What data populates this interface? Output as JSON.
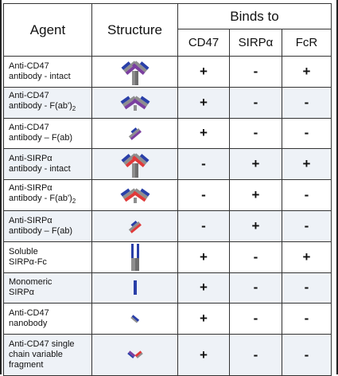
{
  "header": {
    "agent": "Agent",
    "structure": "Structure",
    "binds_to": "Binds to",
    "cols": [
      "CD47",
      "SIRPα",
      "FcR"
    ]
  },
  "rows": [
    {
      "line1": "Anti-CD47",
      "line2": "antibody - intact",
      "icon": "antibody-intact-purple-icon",
      "cd47": "+",
      "sirpa": "-",
      "fcr": "+"
    },
    {
      "line1": "Anti-CD47",
      "line2": "antibody - F(ab')",
      "line2_sub": "2",
      "icon": "fab2-purple-icon",
      "cd47": "+",
      "sirpa": "-",
      "fcr": "-"
    },
    {
      "line1": "Anti-CD47",
      "line2": "antibody – F(ab)",
      "icon": "fab-purple-icon",
      "cd47": "+",
      "sirpa": "-",
      "fcr": "-"
    },
    {
      "line1": "Anti-SIRPα",
      "line2": "antibody - intact",
      "icon": "antibody-intact-red-icon",
      "cd47": "-",
      "sirpa": "+",
      "fcr": "+"
    },
    {
      "line1": "Anti-SIRPα",
      "line2": "antibody - F(ab')",
      "line2_sub": "2",
      "icon": "fab2-red-icon",
      "cd47": "-",
      "sirpa": "+",
      "fcr": "-"
    },
    {
      "line1": "Anti-SIRPα",
      "line2": "antibody – F(ab)",
      "icon": "fab-red-icon",
      "cd47": "-",
      "sirpa": "+",
      "fcr": "-"
    },
    {
      "line1": "Soluble",
      "line2": "SIRPα-Fc",
      "icon": "sirpa-fc-icon",
      "cd47": "+",
      "sirpa": "-",
      "fcr": "+"
    },
    {
      "line1": "Monomeric",
      "line2": "SIRPα",
      "icon": "monomeric-sirpa-icon",
      "cd47": "+",
      "sirpa": "-",
      "fcr": "-"
    },
    {
      "line1": "Anti-CD47",
      "line2": "nanobody",
      "icon": "nanobody-icon",
      "cd47": "+",
      "sirpa": "-",
      "fcr": "-"
    },
    {
      "line1": "Anti-CD47 single",
      "line2": "chain variable",
      "line3": "fragment",
      "icon": "scfv-icon",
      "cd47": "+",
      "sirpa": "-",
      "fcr": "-"
    }
  ],
  "colors": {
    "purple": "#7b3fa0",
    "red": "#e03a3a",
    "blue": "#2a3fa8",
    "gray": "#8e8e8e",
    "shade": "#eef2f7"
  }
}
